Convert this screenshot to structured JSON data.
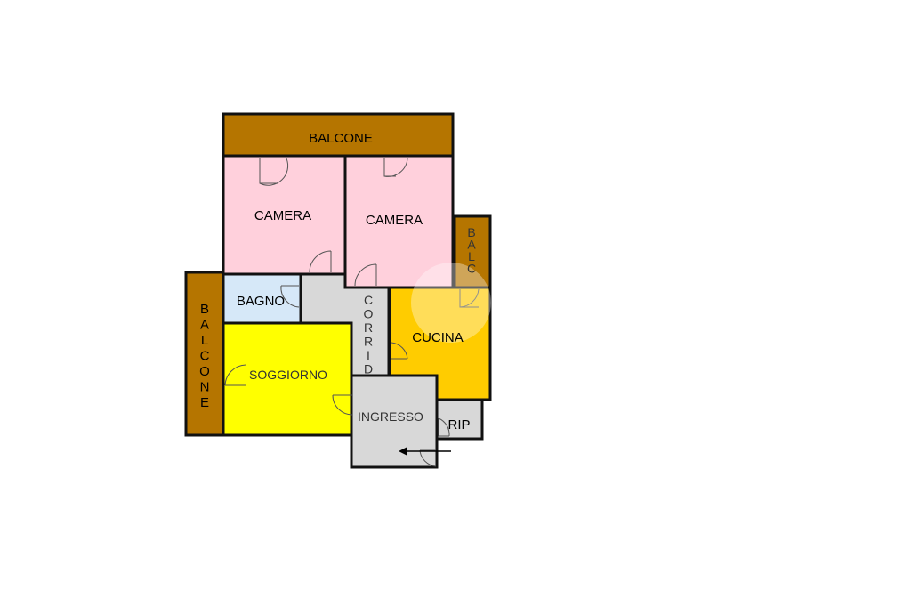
{
  "floorplan": {
    "rooms": {
      "balcone_top": {
        "label": "BALCONE",
        "color": "#b57500"
      },
      "camera_left": {
        "label": "CAMERA",
        "color": "#ffd0dc"
      },
      "camera_right": {
        "label": "CAMERA",
        "color": "#ffd0dc"
      },
      "balc_right": {
        "label": "BALC",
        "color": "#b57500"
      },
      "balcone_left": {
        "label": "BALCONE",
        "color": "#b57500"
      },
      "bagno": {
        "label": "BAGNO",
        "color": "#d6e8f8"
      },
      "corridoio": {
        "label": "CORRID",
        "color": "#d8d8d8"
      },
      "cucina": {
        "label": "CUCINA",
        "color": "#ffcc00"
      },
      "soggiorno": {
        "label": "SOGGIORNO",
        "color": "#ffff00"
      },
      "ingresso": {
        "label": "INGRESSO",
        "color": "#d8d8d8"
      },
      "ripostiglio": {
        "label": "RIP",
        "color": "#d8d8d8"
      }
    },
    "entrance_arrow": "left-arrow-icon",
    "watermark": "circle-watermark"
  }
}
